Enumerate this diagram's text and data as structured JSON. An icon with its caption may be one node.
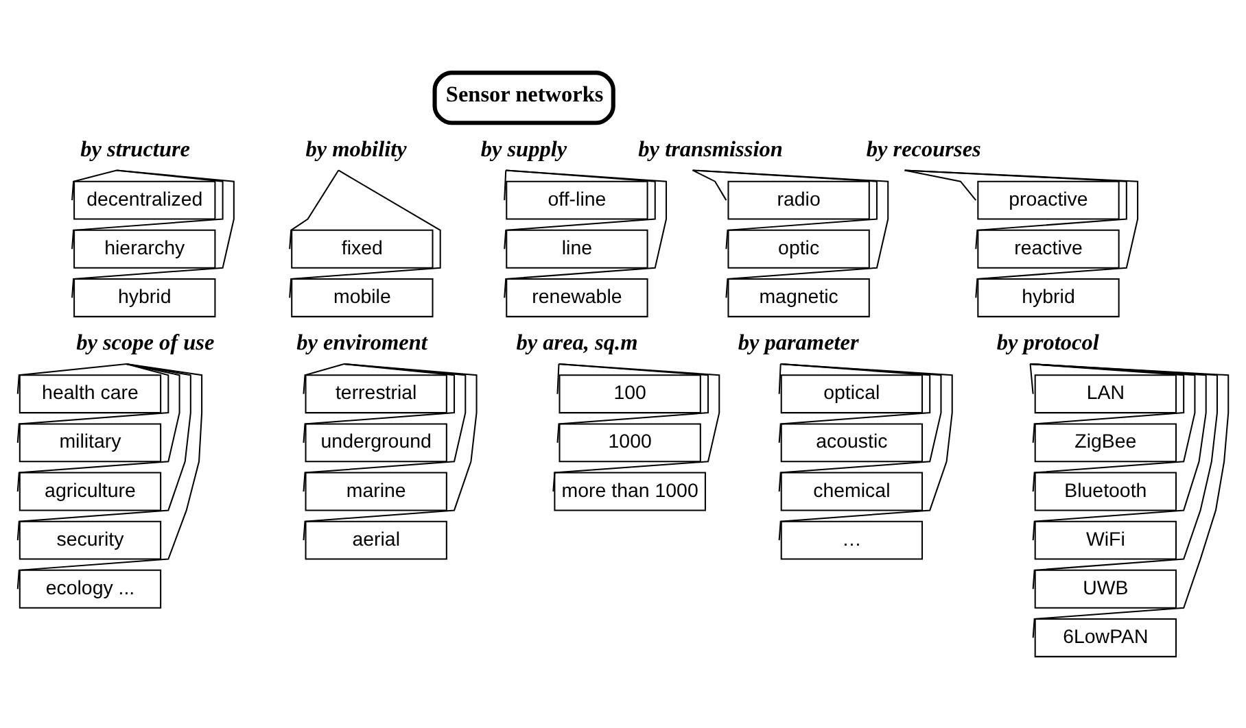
{
  "diagram": {
    "nodes": [
      {
        "text": [
          "Sensor networks"
        ]
      },
      {
        "text": [
          "by structure"
        ]
      },
      {
        "text": [
          "decentralized"
        ]
      },
      {
        "text": [
          "hierarchy"
        ]
      },
      {
        "text": [
          "hybrid"
        ]
      },
      {
        "text": [
          "by mobility"
        ]
      },
      {
        "text": [
          "fixed"
        ]
      },
      {
        "text": [
          "mobile"
        ]
      },
      {
        "text": [
          "by supply"
        ]
      },
      {
        "text": [
          "off-line"
        ]
      },
      {
        "text": [
          "line"
        ]
      },
      {
        "text": [
          "renewable"
        ]
      },
      {
        "text": [
          "by transmission"
        ]
      },
      {
        "text": [
          "radio"
        ]
      },
      {
        "text": [
          "optic"
        ]
      },
      {
        "text": [
          "magnetic"
        ]
      },
      {
        "text": [
          "by recourses"
        ]
      },
      {
        "text": [
          "proactive"
        ]
      },
      {
        "text": [
          "reactive"
        ]
      },
      {
        "text": [
          "hybrid"
        ]
      },
      {
        "text": [
          "by scope of use"
        ]
      },
      {
        "text": [
          "health care"
        ]
      },
      {
        "text": [
          "military"
        ]
      },
      {
        "text": [
          "agriculture"
        ]
      },
      {
        "text": [
          "security"
        ]
      },
      {
        "text": [
          "ecology ..."
        ]
      },
      {
        "text": [
          "by enviroment"
        ]
      },
      {
        "text": [
          "terrestrial"
        ]
      },
      {
        "text": [
          "underground"
        ]
      },
      {
        "text": [
          "marine"
        ]
      },
      {
        "text": [
          "aerial"
        ]
      },
      {
        "text": [
          "by area, sq.m"
        ]
      },
      {
        "text": [
          "100"
        ]
      },
      {
        "text": [
          "1000"
        ]
      },
      {
        "text": [
          "more than 1000"
        ]
      },
      {
        "text": [
          "by parameter"
        ]
      },
      {
        "text": [
          "optical"
        ]
      },
      {
        "text": [
          "acoustic"
        ]
      },
      {
        "text": [
          "chemical"
        ]
      },
      {
        "text": [
          "…"
        ]
      },
      {
        "text": [
          "by protocol"
        ]
      },
      {
        "text": [
          "LAN"
        ]
      },
      {
        "text": [
          "ZigBee"
        ]
      },
      {
        "text": [
          "Bluetooth"
        ]
      },
      {
        "text": [
          "WiFi"
        ]
      },
      {
        "text": [
          "UWB"
        ]
      },
      {
        "text": [
          "6LowPAN"
        ]
      }
    ],
    "edges": [
      {
        "from": 1,
        "to": 2,
        "arrow": "none"
      },
      {
        "from": 1,
        "to": 3,
        "arrow": "none"
      },
      {
        "from": 1,
        "to": 4,
        "arrow": "none"
      },
      {
        "from": 5,
        "to": 6,
        "arrow": "none"
      },
      {
        "from": 5,
        "to": 7,
        "arrow": "none"
      },
      {
        "from": 8,
        "to": 9,
        "arrow": "none"
      },
      {
        "from": 8,
        "to": 10,
        "arrow": "none"
      },
      {
        "from": 8,
        "to": 11,
        "arrow": "none"
      },
      {
        "from": 12,
        "to": 13,
        "arrow": "none"
      },
      {
        "from": 12,
        "to": 14,
        "arrow": "none"
      },
      {
        "from": 12,
        "to": 15,
        "arrow": "none"
      },
      {
        "from": 16,
        "to": 17,
        "arrow": "none"
      },
      {
        "from": 16,
        "to": 18,
        "arrow": "none"
      },
      {
        "from": 16,
        "to": 19,
        "arrow": "none"
      },
      {
        "from": 20,
        "to": 21,
        "arrow": "none"
      },
      {
        "from": 20,
        "to": 22,
        "arrow": "none"
      },
      {
        "from": 20,
        "to": 23,
        "arrow": "none"
      },
      {
        "from": 20,
        "to": 24,
        "arrow": "none"
      },
      {
        "from": 20,
        "to": 25,
        "arrow": "none"
      },
      {
        "from": 26,
        "to": 27,
        "arrow": "none"
      },
      {
        "from": 26,
        "to": 28,
        "arrow": "none"
      },
      {
        "from": 26,
        "to": 29,
        "arrow": "none"
      },
      {
        "from": 26,
        "to": 30,
        "arrow": "none"
      },
      {
        "from": 31,
        "to": 32,
        "arrow": "none"
      },
      {
        "from": 31,
        "to": 33,
        "arrow": "none"
      },
      {
        "from": 31,
        "to": 34,
        "arrow": "none"
      },
      {
        "from": 35,
        "to": 36,
        "arrow": "none"
      },
      {
        "from": 35,
        "to": 37,
        "arrow": "none"
      },
      {
        "from": 35,
        "to": 38,
        "arrow": "none"
      },
      {
        "from": 35,
        "to": 39,
        "arrow": "none"
      },
      {
        "from": 40,
        "to": 41,
        "arrow": "none"
      },
      {
        "from": 40,
        "to": 42,
        "arrow": "none"
      },
      {
        "from": 40,
        "to": 43,
        "arrow": "none"
      },
      {
        "from": 40,
        "to": 44,
        "arrow": "none"
      },
      {
        "from": 40,
        "to": 45,
        "arrow": "none"
      },
      {
        "from": 40,
        "to": 46,
        "arrow": "none"
      }
    ]
  }
}
